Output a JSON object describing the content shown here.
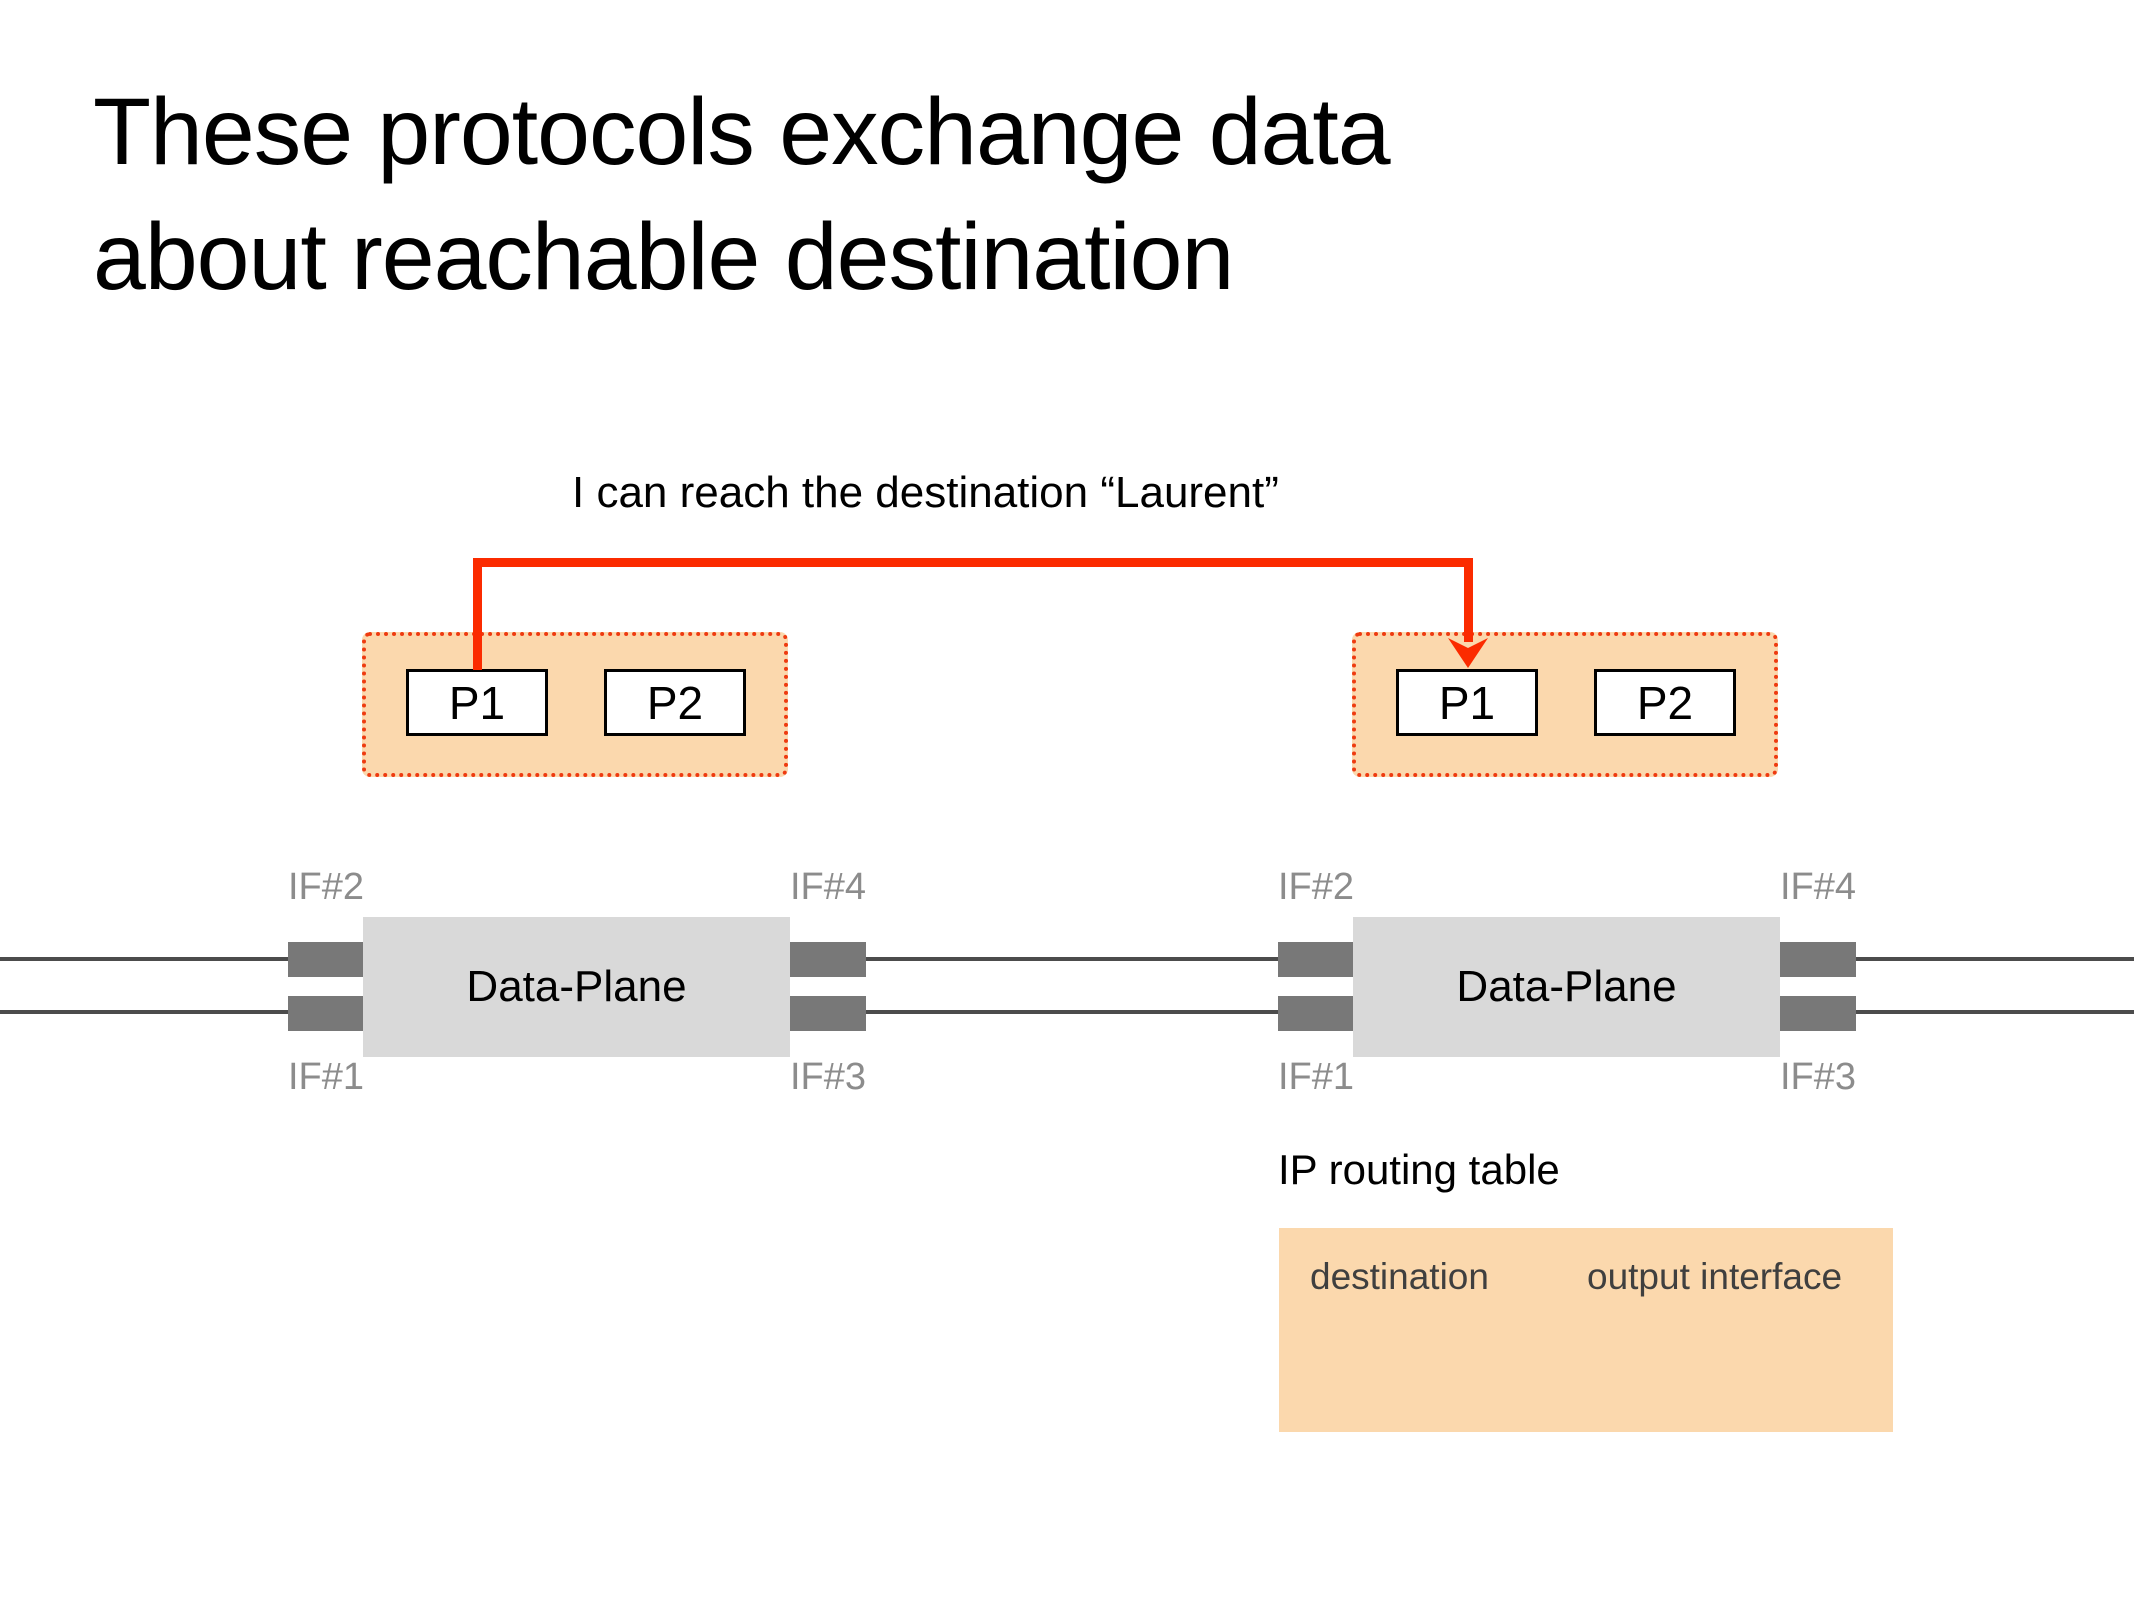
{
  "slide": {
    "title_line1": "These protocols exchange data",
    "title_line2": "about reachable destination"
  },
  "callout": {
    "text": "I can reach the destination “Laurent”"
  },
  "routers": [
    {
      "name": "left-router",
      "protocols": [
        {
          "label": "P1"
        },
        {
          "label": "P2"
        }
      ],
      "data_plane_label": "Data-Plane",
      "interfaces": {
        "top_left": "IF#2",
        "top_right": "IF#4",
        "bottom_left": "IF#1",
        "bottom_right": "IF#3"
      }
    },
    {
      "name": "right-router",
      "protocols": [
        {
          "label": "P1"
        },
        {
          "label": "P2"
        }
      ],
      "data_plane_label": "Data-Plane",
      "interfaces": {
        "top_left": "IF#2",
        "top_right": "IF#4",
        "bottom_left": "IF#1",
        "bottom_right": "IF#3"
      }
    }
  ],
  "routing_table": {
    "title": "IP routing table",
    "columns": [
      "destination",
      "output interface"
    ],
    "rows": []
  },
  "colors": {
    "arrow_red": "#fb2b00",
    "dotted_border_red": "#ee3a10",
    "protocol_box_fill": "#fbd8ad",
    "routing_table_fill": "#fbd8ad",
    "data_plane_fill": "#d9d9d9",
    "connector_gray": "#787878",
    "wire_gray": "#4c4c4c",
    "if_label_gray": "#8c8c8c",
    "table_header_text": "#3f3f3f"
  }
}
